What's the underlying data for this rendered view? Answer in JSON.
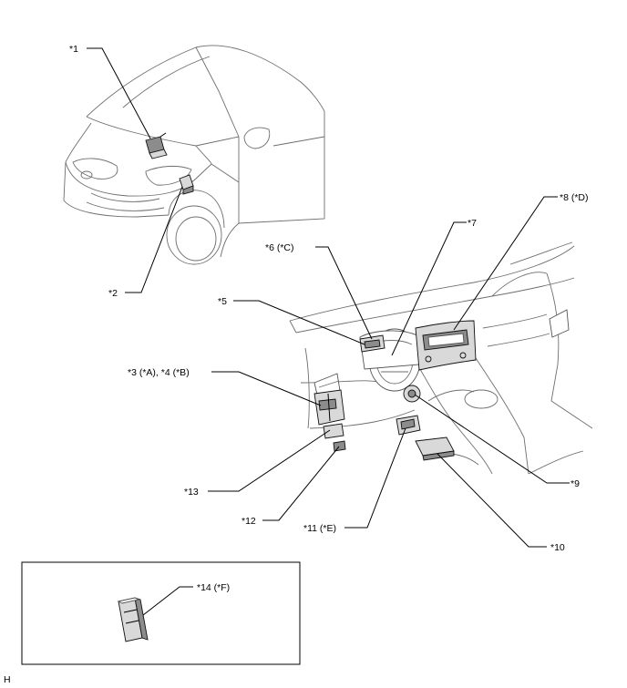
{
  "callouts": {
    "c1": "*1",
    "c2": "*2",
    "c3": "*3 (*A), *4 (*B)",
    "c5": "*5",
    "c6": "*6 (*C)",
    "c7": "*7",
    "c8": "*8 (*D)",
    "c9": "*9",
    "c10": "*10",
    "c11": "*11 (*E)",
    "c12": "*12",
    "c13": "*13",
    "c14": "*14 (*F)"
  },
  "figure_code": "H"
}
